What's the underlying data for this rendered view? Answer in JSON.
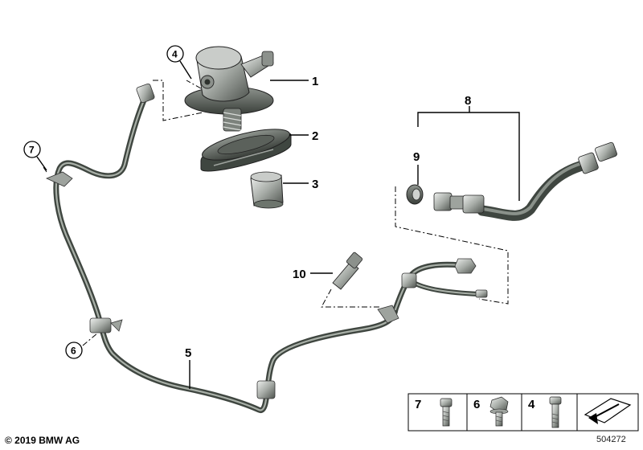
{
  "callouts": {
    "c1": "1",
    "c2": "2",
    "c3": "3",
    "c4": "4",
    "c5": "5",
    "c6": "6",
    "c7": "7",
    "c8": "8",
    "c9": "9",
    "c10": "10"
  },
  "legend": {
    "item_a": "7",
    "item_b": "6",
    "item_c": "4"
  },
  "footer": {
    "copyright": "© 2019 BMW AG",
    "image_number": "504272"
  },
  "colors": {
    "tube_dark": "#3f4640",
    "tube_mid": "#6d756d",
    "tube_light": "#a9b0a8",
    "metal_light": "#d9dcd9",
    "metal_mid": "#9ea39e",
    "metal_dark": "#4a4f4a"
  }
}
